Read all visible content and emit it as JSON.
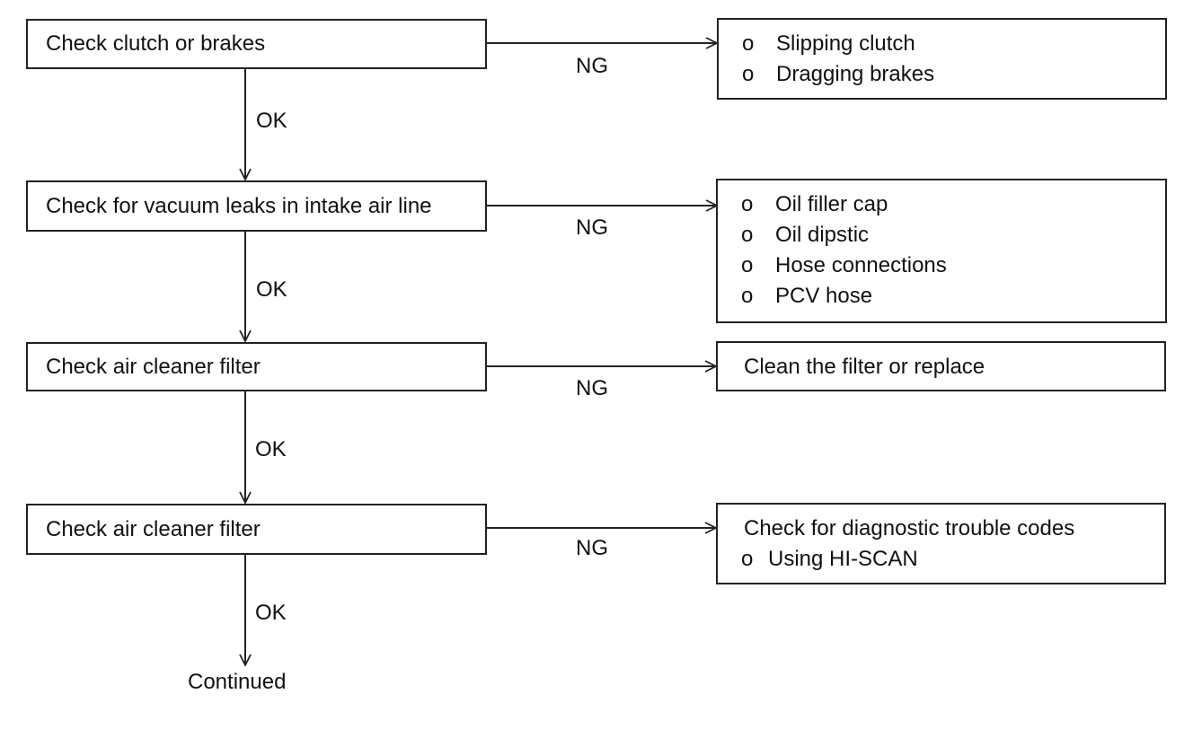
{
  "steps": [
    {
      "label": "Check clutch or brakes",
      "pass_label": "OK",
      "fail_label": "NG",
      "result": {
        "lines": [
          {
            "bullet": "o",
            "text": "Slipping clutch"
          },
          {
            "bullet": "o",
            "text": "Dragging brakes"
          }
        ]
      }
    },
    {
      "label": "Check for vacuum leaks in intake air line",
      "pass_label": "OK",
      "fail_label": "NG",
      "result": {
        "lines": [
          {
            "bullet": "o",
            "text": "Oil filler cap"
          },
          {
            "bullet": "o",
            "text": "Oil dipstic"
          },
          {
            "bullet": "o",
            "text": "Hose connections"
          },
          {
            "bullet": "o",
            "text": "PCV hose"
          }
        ]
      }
    },
    {
      "label": "Check air cleaner filter",
      "pass_label": "OK",
      "fail_label": "NG",
      "result": {
        "lines": [
          {
            "text": "Clean the filter or replace"
          }
        ]
      }
    },
    {
      "label": "Check air cleaner filter",
      "pass_label": "OK",
      "fail_label": "NG",
      "result": {
        "lines": [
          {
            "text": "Check for diagnostic trouble codes"
          },
          {
            "bullet": "o",
            "text": "Using HI-SCAN"
          }
        ]
      }
    }
  ],
  "end_label": "Continued"
}
